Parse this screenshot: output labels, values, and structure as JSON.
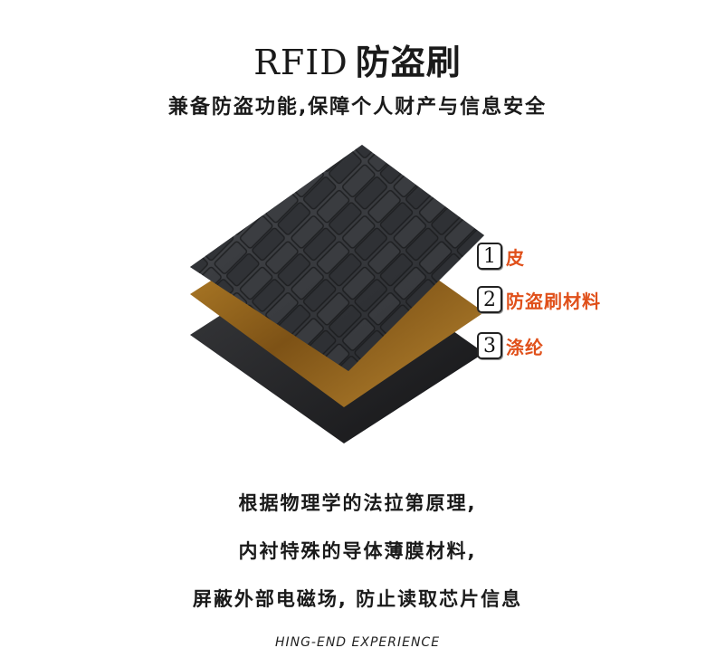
{
  "header": {
    "title_en": "RFID",
    "title_cn": "防盗刷",
    "subtitle": "兼备防盗功能,保障个人财产与信息安全"
  },
  "legend": [
    {
      "num": "1",
      "label": "皮"
    },
    {
      "num": "2",
      "label": "防盗刷材料"
    },
    {
      "num": "3",
      "label": "涤纶"
    }
  ],
  "description": [
    "根据物理学的法拉第原理,",
    "内衬特殊的导体薄膜材料,",
    "屏蔽外部电磁场, 防止读取芯片信息"
  ],
  "footer": "HING-END EXPERIENCE",
  "colors": {
    "leather": "#2f3133",
    "rfid_layer": "#8a5e1a",
    "polyester": "#1f2022",
    "legend_text": "#e0501a"
  }
}
